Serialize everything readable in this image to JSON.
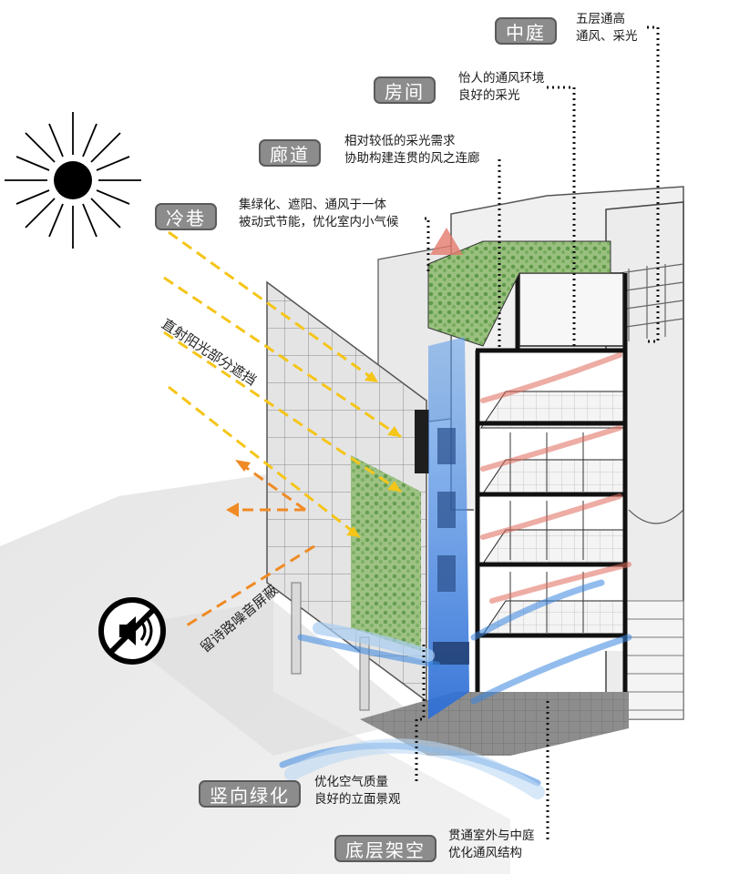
{
  "callouts": [
    {
      "id": "courtyard",
      "title": "中庭",
      "lines": [
        "五层通高",
        "通风、采光"
      ]
    },
    {
      "id": "room",
      "title": "房间",
      "lines": [
        "怡人的通风环境",
        "良好的采光"
      ]
    },
    {
      "id": "corridor",
      "title": "廊道",
      "lines": [
        "相对较低的采光需求",
        "协助构建连贯的风之连廊"
      ]
    },
    {
      "id": "cold-lane",
      "title": "冷巷",
      "lines": [
        "集绿化、遮阳、通风于一体",
        "被动式节能，优化室内小气候"
      ]
    },
    {
      "id": "vertical-green",
      "title": "竖向绿化",
      "lines": [
        "优化空气质量",
        "良好的立面景观"
      ]
    },
    {
      "id": "ground-stilts",
      "title": "底层架空",
      "lines": [
        "贯通室外与中庭",
        "优化通风结构"
      ]
    }
  ],
  "annotations": {
    "sun_shading": "直射阳光部分遮挡",
    "noise_screen": "留诗路噪音屏蔽"
  },
  "icons": {
    "sun": "sun-icon",
    "mute": "no-sound-icon"
  },
  "colors": {
    "sun_ray": "#f5c518",
    "noise_ray": "#f08a24",
    "airflow_red": "#e06a5a",
    "airflow_blue": "#3a86e0",
    "green": "#6aa35a",
    "tag_bg": "#8c8c8c"
  }
}
